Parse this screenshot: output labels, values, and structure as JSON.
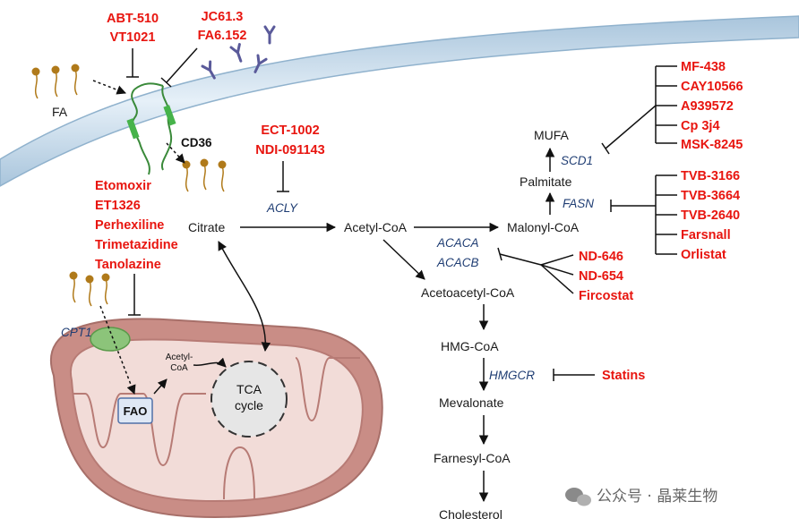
{
  "drugs": {
    "cd36": [
      "ABT-510",
      "VT1021"
    ],
    "cd36_antibodies": [
      "JC61.3",
      "FA6.152"
    ],
    "acly": [
      "ECT-1002",
      "NDI-091143"
    ],
    "cpt1": [
      "Etomoxir",
      "ET1326",
      "Perhexiline",
      "Trimetazidine",
      "Tanolazine"
    ],
    "scd1": [
      "MF-438",
      "CAY10566",
      "A939572",
      "Cp 3j4",
      "MSK-8245"
    ],
    "fasn": [
      "TVB-3166",
      "TVB-3664",
      "TVB-2640",
      "Farsnall",
      "Orlistat"
    ],
    "acaca": [
      "ND-646",
      "ND-654",
      "Fircostat"
    ],
    "hmgcr": "Statins"
  },
  "nodes": {
    "fa": "FA",
    "cd36": "CD36",
    "citrate": "Citrate",
    "acetyl_coa": "Acetyl-CoA",
    "malonyl_coa": "Malonyl-CoA",
    "palmitate": "Palmitate",
    "mufa": "MUFA",
    "acetoacetyl_coa": "Acetoacetyl-CoA",
    "hmg_coa": "HMG-CoA",
    "mevalonate": "Mevalonate",
    "farnesyl_coa": "Farnesyl-CoA",
    "cholesterol": "Cholesterol",
    "fao": "FAO",
    "mito_acetyl": [
      "Acetyl-",
      "CoA"
    ],
    "tca": [
      "TCA",
      "cycle"
    ]
  },
  "enzymes": {
    "acly": "ACLY",
    "acaca": "ACACA",
    "acacb": "ACACB",
    "fasn": "FASN",
    "scd1": "SCD1",
    "cpt1": "CPT1",
    "hmgcr": "HMGCR"
  },
  "watermark": "公众号 · 晶莱生物",
  "colors": {
    "drug": "#e8150f",
    "enzyme": "#1f3d73",
    "membrane_outer": "#b9d1e3",
    "membrane_inner": "#e3eef6",
    "mito_outer": "#c98d86",
    "mito_matrix": "#f2dcd8",
    "cd36": "#3a8a3a",
    "cpt1": "#8cc47a",
    "fatty_acid_head": "#b07a1a"
  }
}
